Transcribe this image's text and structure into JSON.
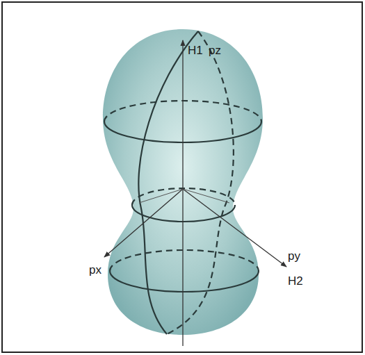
{
  "diagram": {
    "labels": [
      "H1",
      "pz",
      "px",
      "py",
      "H2"
    ]
  }
}
